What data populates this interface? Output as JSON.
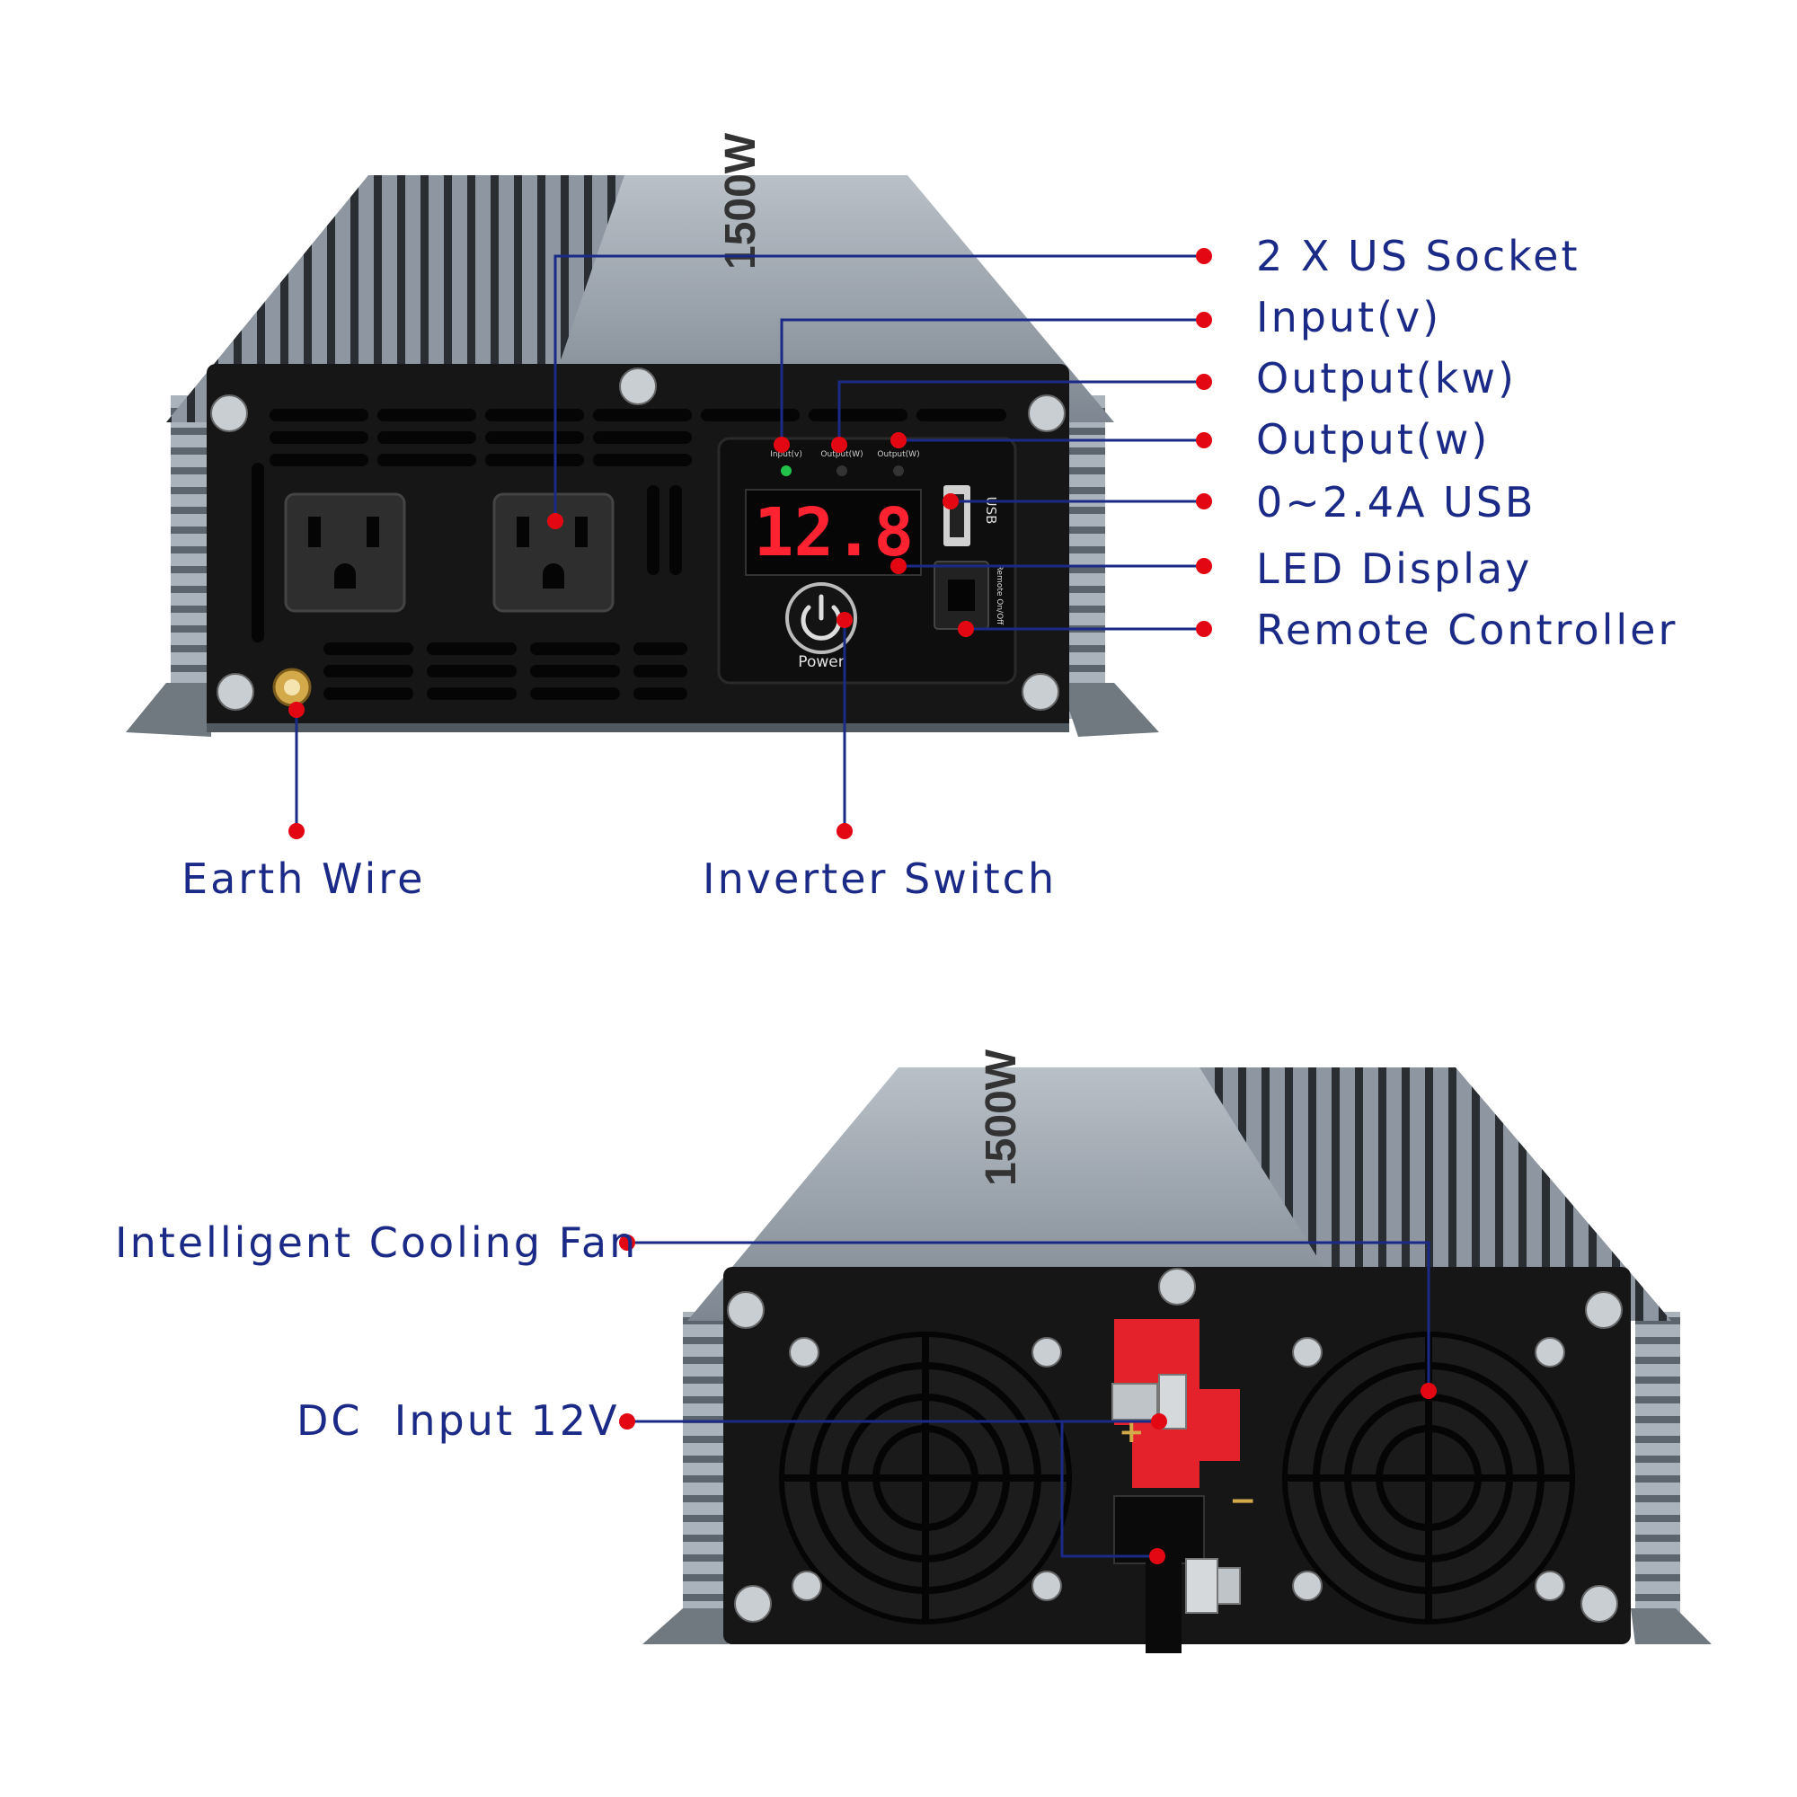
{
  "top_unit": {
    "callouts": {
      "us_socket": "2 X US Socket",
      "input_v": "Input(v)",
      "output_kw": "Output(kw)",
      "output_w": "Output(w)",
      "usb": "0~2.4A USB",
      "led_display": "LED Display",
      "remote_controller": "Remote Controller",
      "earth_wire": "Earth Wire",
      "inverter_switch": "Inverter Switch"
    },
    "panel": {
      "indicator_labels": [
        "Input(v)",
        "Output(W)",
        "Output(W)"
      ],
      "display_value": "12.8",
      "power_label": "Power",
      "usb_label": "USB",
      "remote_label": "Remote On/Off"
    },
    "top_print": {
      "wattage": "1500W"
    }
  },
  "bottom_unit": {
    "callouts": {
      "cooling_fan": "Intelligent Cooling Fan",
      "dc_input": "DC  Input 12V"
    },
    "terminals": {
      "positive": "+",
      "negative": "−"
    },
    "top_print": {
      "wattage": "1500W"
    }
  },
  "colors": {
    "label_blue": "#1a2a86",
    "leader_line": "#1a2a86",
    "marker_red": "#e30613",
    "led_red": "#ff2230",
    "body_silver": "#8c95a0",
    "panel_black": "#141414"
  }
}
